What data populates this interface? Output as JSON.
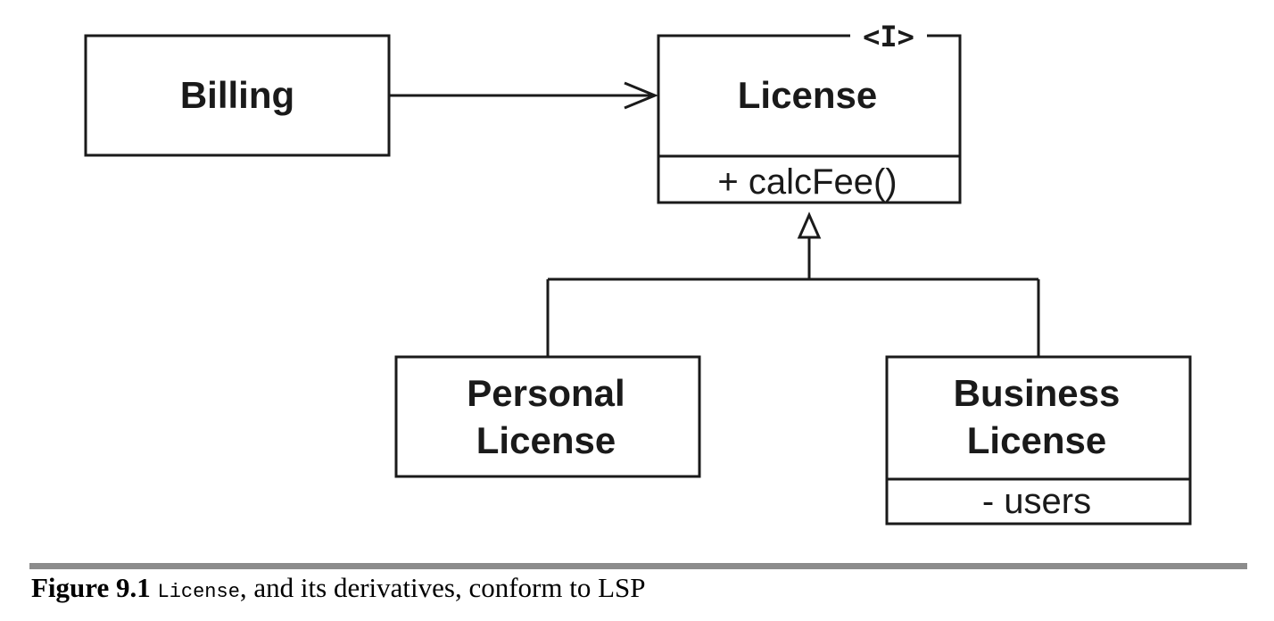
{
  "diagram": {
    "billing": {
      "label": "Billing"
    },
    "license": {
      "stereotype": "<I>",
      "label": "License",
      "method": "+ calcFee()"
    },
    "personal_license": {
      "line1": "Personal",
      "line2": "License"
    },
    "business_license": {
      "line1": "Business",
      "line2": "License",
      "attribute": "- users"
    }
  },
  "caption": {
    "figure_number": "Figure 9.1",
    "code_term": "License",
    "text": ", and its derivatives, conform to LSP"
  }
}
